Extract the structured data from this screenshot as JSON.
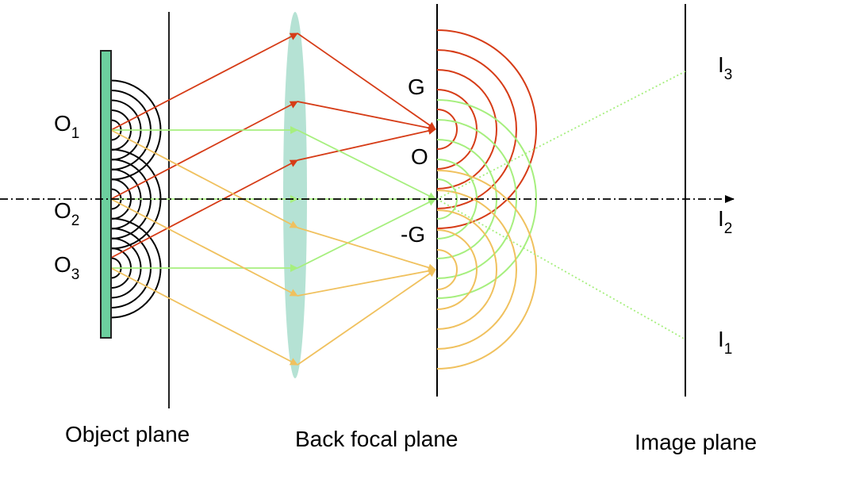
{
  "labels": {
    "object_points": [
      {
        "main": "O",
        "sub": "1"
      },
      {
        "main": "O",
        "sub": "2"
      },
      {
        "main": "O",
        "sub": "3"
      }
    ],
    "diffraction_spots": [
      "G",
      "O",
      "-G"
    ],
    "image_points": [
      {
        "main": "I",
        "sub": "3"
      },
      {
        "main": "I",
        "sub": "2"
      },
      {
        "main": "I",
        "sub": "1"
      }
    ],
    "planes": [
      "Object plane",
      "Back focal plane",
      "Image plane"
    ]
  },
  "colors": {
    "red_beam": "#d63c17",
    "green_beam": "#a6ef7e",
    "yellow_beam": "#f0c15e",
    "lens": "#b5e2d4",
    "object": "#6ccf9e"
  }
}
